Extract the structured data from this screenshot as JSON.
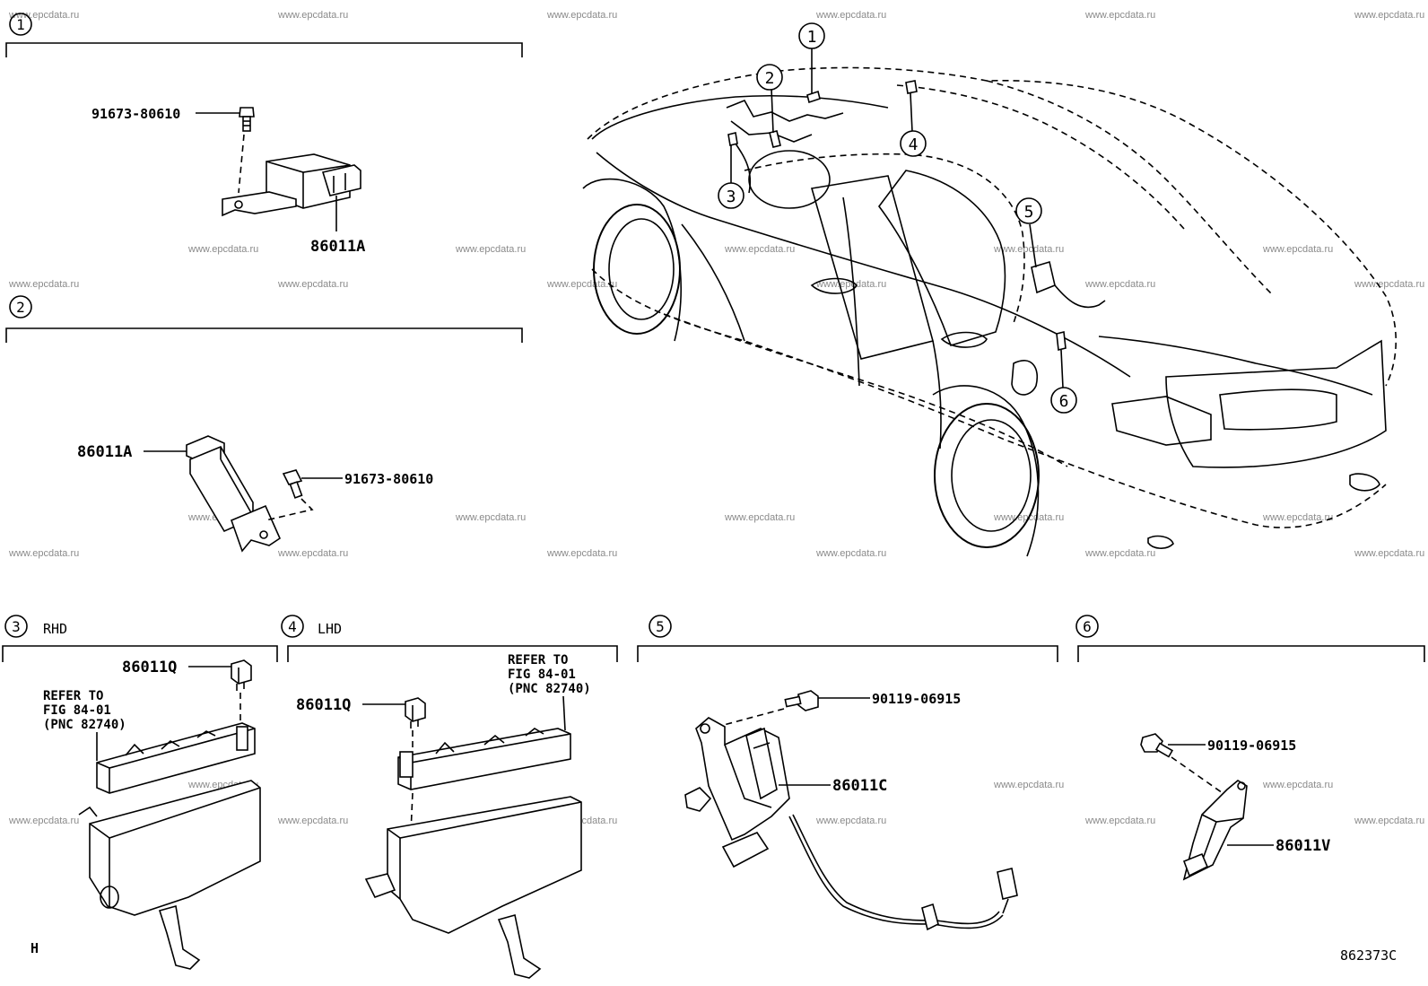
{
  "watermark": "www.epcdata.ru",
  "figure_code": "862373C",
  "corner_mark": "H",
  "sections": [
    {
      "number": "1",
      "parts": [
        {
          "label": "91673-80610"
        },
        {
          "label": "86011A"
        }
      ]
    },
    {
      "number": "2",
      "parts": [
        {
          "label": "86011A"
        },
        {
          "label": "91673-80610"
        }
      ]
    },
    {
      "number": "3",
      "qualifier": "RHD",
      "parts": [
        {
          "label": "86011Q"
        }
      ],
      "refer": [
        "REFER TO",
        "FIG 84-01",
        "(PNC 82740)"
      ]
    },
    {
      "number": "4",
      "qualifier": "LHD",
      "parts": [
        {
          "label": "86011Q"
        }
      ],
      "refer": [
        "REFER TO",
        "FIG 84-01",
        "(PNC 82740)"
      ]
    },
    {
      "number": "5",
      "parts": [
        {
          "label": "90119-06915"
        },
        {
          "label": "86011C"
        }
      ]
    },
    {
      "number": "6",
      "parts": [
        {
          "label": "90119-06915"
        },
        {
          "label": "86011V"
        }
      ]
    }
  ],
  "car_callouts": [
    "1",
    "2",
    "3",
    "4",
    "5",
    "6"
  ]
}
